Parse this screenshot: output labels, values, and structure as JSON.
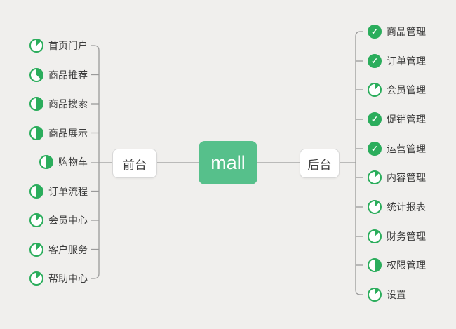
{
  "colors": {
    "page_bg": "#f0efed",
    "line_gray": "#9a9a9a",
    "icon_green": "#2bad5c",
    "node_green": "#56c08b",
    "node_border": "#d8d8d8",
    "text_dark": "#3c3c3c"
  },
  "icons": {
    "check_glyph": "✓",
    "pie_icon_meaning": "task-progress-pie-icon",
    "check_icon_meaning": "task-complete-check-icon"
  },
  "center": {
    "label": "mall"
  },
  "left_branch": {
    "label": "前台",
    "items": [
      {
        "label": "首页门户",
        "progress": 0.125
      },
      {
        "label": "商品推荐",
        "progress": 0.375
      },
      {
        "label": "商品搜索",
        "progress": 0.5
      },
      {
        "label": "商品展示",
        "progress": 0.5
      },
      {
        "label": "购物车",
        "progress": 0.5
      },
      {
        "label": "订单流程",
        "progress": 0.5
      },
      {
        "label": "会员中心",
        "progress": 0.125
      },
      {
        "label": "客户服务",
        "progress": 0.125
      },
      {
        "label": "帮助中心",
        "progress": 0.125
      }
    ]
  },
  "right_branch": {
    "label": "后台",
    "items": [
      {
        "label": "商品管理",
        "progress": "done"
      },
      {
        "label": "订单管理",
        "progress": "done"
      },
      {
        "label": "会员管理",
        "progress": 0.125
      },
      {
        "label": "促销管理",
        "progress": "done"
      },
      {
        "label": "运营管理",
        "progress": "done"
      },
      {
        "label": "内容管理",
        "progress": 0.125
      },
      {
        "label": "统计报表",
        "progress": 0.125
      },
      {
        "label": "财务管理",
        "progress": 0.125
      },
      {
        "label": "权限管理",
        "progress": 0.5
      },
      {
        "label": "设置",
        "progress": 0.125
      }
    ]
  }
}
